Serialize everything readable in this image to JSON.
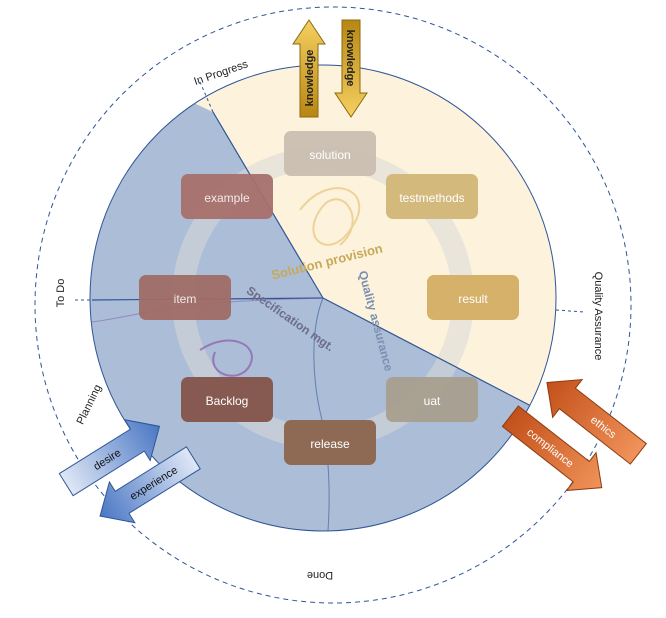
{
  "ring_labels": {
    "in_progress": "In Progress",
    "to_do": "To Do",
    "planning": "Planning",
    "done": "Done",
    "quality_assurance": "Quality Assurance"
  },
  "center_labels": {
    "solution_provision": "Solution provision",
    "specification_mgt": "Specification mgt.",
    "quality_assurance": "Quality assurance"
  },
  "boxes": {
    "solution": "solution",
    "testmethods": "testmethods",
    "example": "example",
    "item": "item",
    "result": "result",
    "backlog": "Backlog",
    "uat": "uat",
    "release": "release"
  },
  "arrows": {
    "knowledge_up": "knowledge",
    "knowledge_down": "knowledge",
    "desire": "desire",
    "experience": "experience",
    "ethics": "ethics",
    "compliance": "compliance"
  },
  "colors": {
    "blue_sector": "#9db3d6",
    "cream_sector": "#fdf3dc",
    "gold_arrow": "#d9a51c",
    "orange_arrow": "#dd6a24",
    "blue_arrow": "#4a77c4"
  }
}
